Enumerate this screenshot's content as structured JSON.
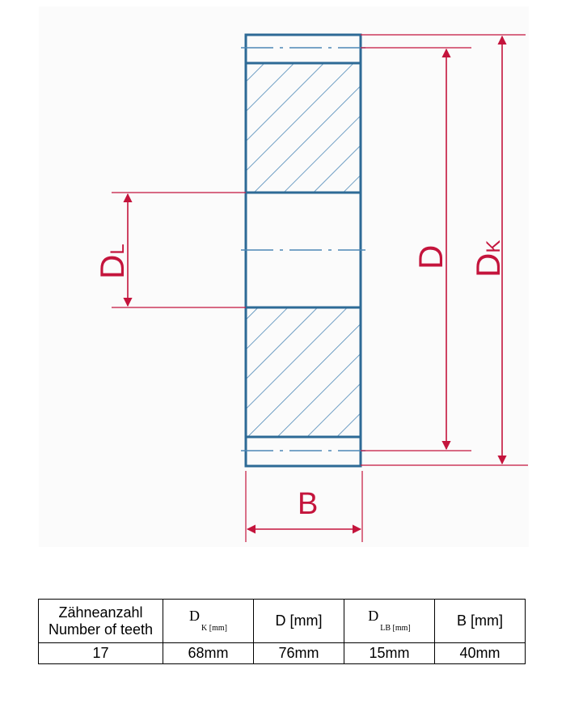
{
  "diagram": {
    "labels": {
      "dl_main": "D",
      "dl_sub": "L",
      "d": "D",
      "dk_main": "D",
      "dk_sub": "K",
      "b": "B"
    },
    "colors": {
      "outline": "#2d6a96",
      "dimension": "#c4143c",
      "hatch": "#4d88b6"
    }
  },
  "table": {
    "header": {
      "teeth_de": "Zähneanzahl",
      "teeth_en": "Number of teeth",
      "dk_main": "D",
      "dk_sub": "K [mm]",
      "d": "D [mm]",
      "dlb_main": "D",
      "dlb_sub": "LB [mm]",
      "b": "B [mm]"
    },
    "row": {
      "teeth": "17",
      "dk": "68mm",
      "d": "76mm",
      "dlb": "15mm",
      "b": "40mm"
    }
  }
}
